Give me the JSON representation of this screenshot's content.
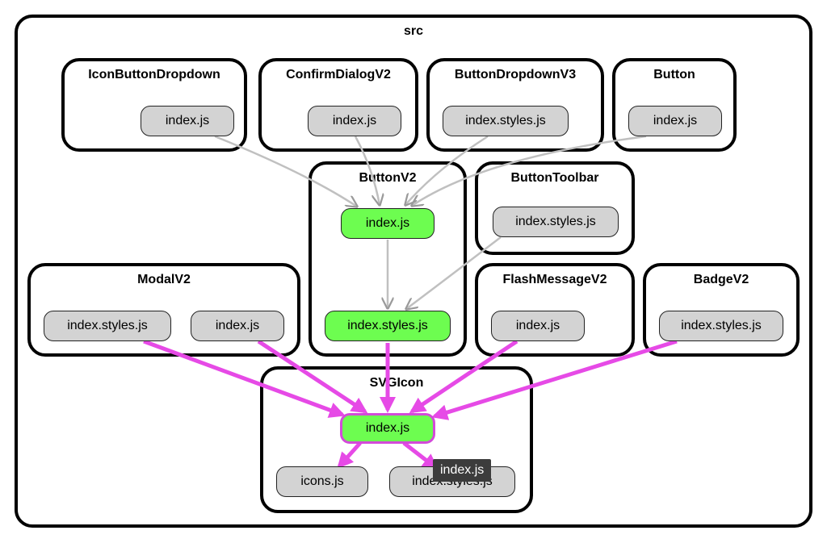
{
  "root": {
    "title": "src"
  },
  "clusters": {
    "icon_button_dropdown": {
      "title": "IconButtonDropdown",
      "nodes": [
        "index.js"
      ]
    },
    "confirm_dialog_v2": {
      "title": "ConfirmDialogV2",
      "nodes": [
        "index.js"
      ]
    },
    "button_dropdown_v3": {
      "title": "ButtonDropdownV3",
      "nodes": [
        "index.styles.js"
      ]
    },
    "button": {
      "title": "Button",
      "nodes": [
        "index.js"
      ]
    },
    "button_v2": {
      "title": "ButtonV2",
      "nodes": [
        "index.js",
        "index.styles.js"
      ]
    },
    "button_toolbar": {
      "title": "ButtonToolbar",
      "nodes": [
        "index.styles.js"
      ]
    },
    "modal_v2": {
      "title": "ModalV2",
      "nodes": [
        "index.styles.js",
        "index.js"
      ]
    },
    "flash_message_v2": {
      "title": "FlashMessageV2",
      "nodes": [
        "index.js"
      ]
    },
    "badge_v2": {
      "title": "BadgeV2",
      "nodes": [
        "index.styles.js"
      ]
    },
    "svg_icon": {
      "title": "SVGIcon",
      "nodes": [
        "index.js",
        "icons.js",
        "index.styles.js"
      ]
    }
  },
  "tooltip": {
    "text": "index.js"
  },
  "colors": {
    "node_default": "#d3d3d3",
    "node_active": "#6dfd50",
    "edge_gray": "#c0c0c0",
    "edge_highlight": "#e64ae6",
    "tooltip_bg": "#3c3c3c"
  }
}
